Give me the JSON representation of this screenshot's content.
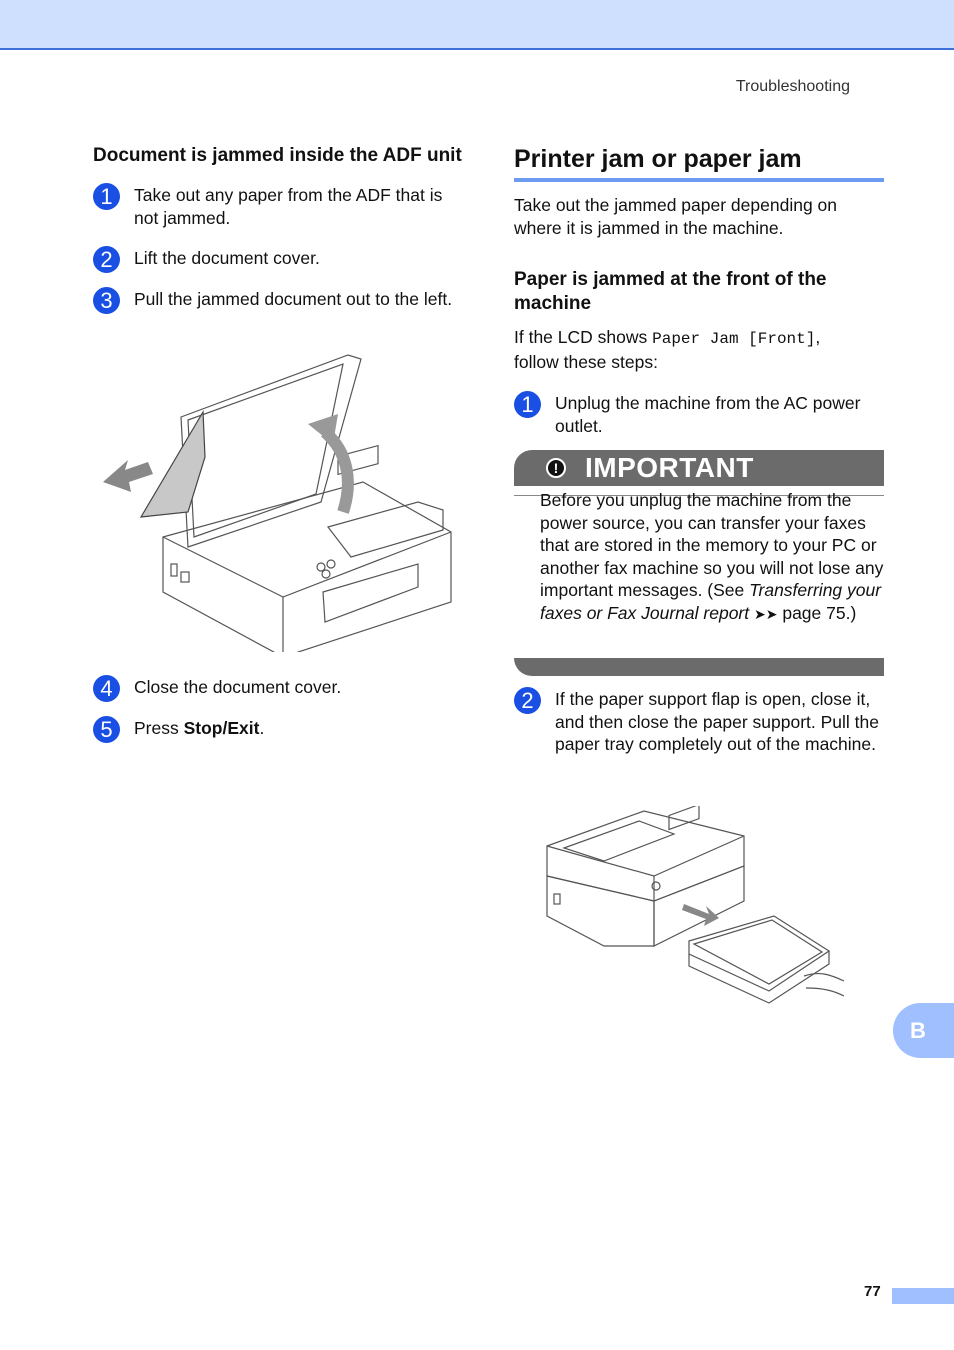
{
  "header": {
    "section": "Troubleshooting"
  },
  "left": {
    "heading": "Document is jammed inside the ADF unit",
    "steps": [
      {
        "num": "1",
        "text": "Take out any paper from the ADF that is not jammed."
      },
      {
        "num": "2",
        "text": "Lift the document cover."
      },
      {
        "num": "3",
        "text": "Pull the jammed document out to the left."
      },
      {
        "num": "4",
        "text": "Close the document cover."
      },
      {
        "num": "5",
        "pre": "Press ",
        "bold": "Stop/Exit",
        "post": "."
      }
    ]
  },
  "right": {
    "heading": "Printer jam or paper jam",
    "intro": "Take out the jammed paper depending on where it is jammed in the machine.",
    "subheading": "Paper is jammed at the front of the machine",
    "lcd_pre": "If the LCD shows ",
    "lcd_code": "Paper Jam [Front]",
    "lcd_post": ",",
    "lcd_line2": "follow these steps:",
    "step1": {
      "num": "1",
      "text": "Unplug the machine from the AC power outlet."
    },
    "important": {
      "title": "IMPORTANT",
      "text": "Before you unplug the machine from the power source, you can transfer your faxes that are stored in the memory to your PC or another fax machine so you will not lose any important messages. (See ",
      "italic": "Transferring your faxes or Fax Journal report",
      "arrows": "➤➤",
      "post": " page 75.)"
    },
    "step2": {
      "num": "2",
      "text": "If the paper support flap is open, close it, and then close the paper support. Pull the paper tray completely out of the machine."
    }
  },
  "side_tab": "B",
  "page_number": "77"
}
